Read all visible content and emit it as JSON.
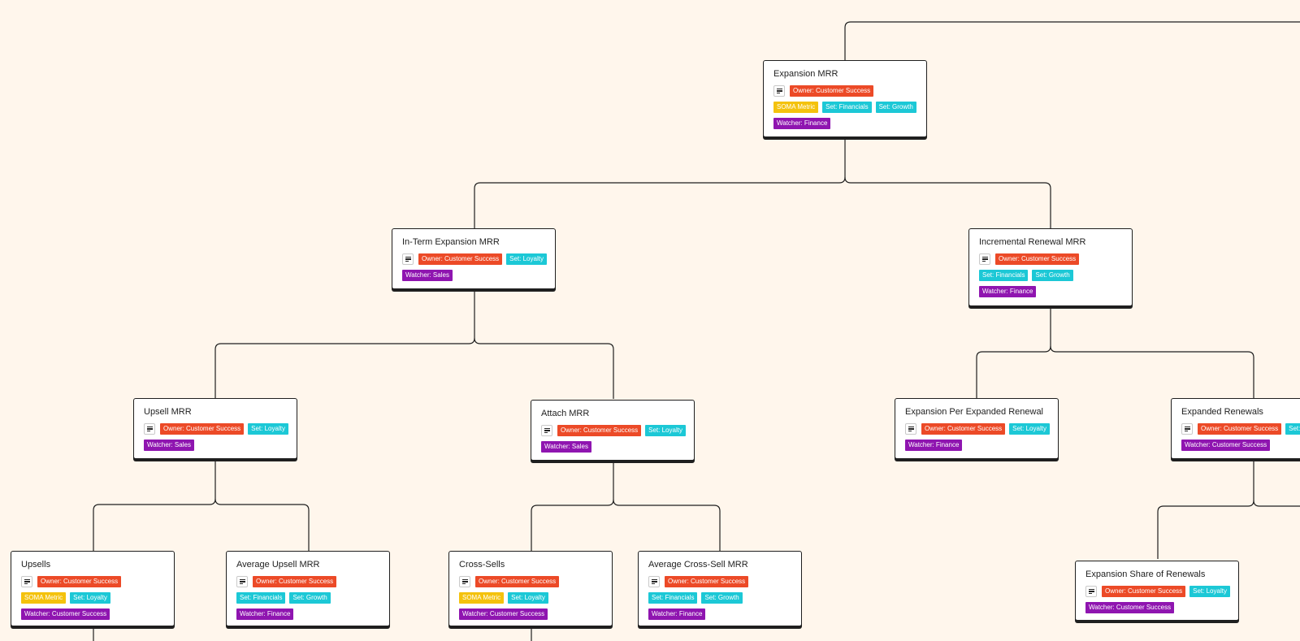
{
  "colors": {
    "background": "#fff6ec",
    "owner_tag": "#ec4a27",
    "soma_tag": "#f4c20d",
    "set_tag": "#1cc8d6",
    "watcher_tag": "#8f15b0",
    "connector": "#1f1f1f"
  },
  "icons": {
    "description": "doc-lines-icon"
  },
  "nodes": [
    {
      "title": "Expansion MRR",
      "owner": "Owner: Customer Success",
      "soma": "SOMA Metric",
      "sets": [
        "Set: Financials",
        "Set: Growth"
      ],
      "watcher": "Watcher: Finance"
    },
    {
      "title": "In-Term Expansion MRR",
      "owner": "Owner: Customer Success",
      "sets": [
        "Set: Loyalty"
      ],
      "watcher": "Watcher: Sales"
    },
    {
      "title": "Incremental Renewal MRR",
      "owner": "Owner: Customer Success",
      "sets": [
        "Set: Financials",
        "Set: Growth"
      ],
      "watcher": "Watcher: Finance"
    },
    {
      "title": "Upsell MRR",
      "owner": "Owner: Customer Success",
      "sets": [
        "Set: Loyalty"
      ],
      "watcher": "Watcher: Sales"
    },
    {
      "title": "Attach MRR",
      "owner": "Owner: Customer Success",
      "sets": [
        "Set: Loyalty"
      ],
      "watcher": "Watcher: Sales"
    },
    {
      "title": "Expansion Per Expanded Renewal",
      "owner": "Owner: Customer Success",
      "sets": [
        "Set: Loyalty"
      ],
      "watcher": "Watcher: Finance"
    },
    {
      "title": "Expanded Renewals",
      "owner": "Owner: Customer Success",
      "sets": [
        "Set: Loyalty"
      ],
      "watcher": "Watcher: Customer Success"
    },
    {
      "title": "Upsells",
      "owner": "Owner: Customer Success",
      "soma": "SOMA Metric",
      "sets": [
        "Set: Loyalty"
      ],
      "watcher": "Watcher: Customer Success"
    },
    {
      "title": "Average Upsell MRR",
      "owner": "Owner: Customer Success",
      "sets": [
        "Set: Financials",
        "Set: Growth"
      ],
      "watcher": "Watcher: Finance"
    },
    {
      "title": "Cross-Sells",
      "owner": "Owner: Customer Success",
      "soma": "SOMA Metric",
      "sets": [
        "Set: Loyalty"
      ],
      "watcher": "Watcher: Customer Success"
    },
    {
      "title": "Average Cross-Sell MRR",
      "owner": "Owner: Customer Success",
      "sets": [
        "Set: Financials",
        "Set: Growth"
      ],
      "watcher": "Watcher: Finance"
    },
    {
      "title": "Expansion Share of Renewals",
      "owner": "Owner: Customer Success",
      "sets": [
        "Set: Loyalty"
      ],
      "watcher": "Watcher: Customer Success"
    }
  ]
}
